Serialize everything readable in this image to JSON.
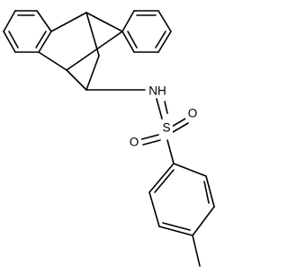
{
  "structure": {
    "atom_labels": {
      "nh": "NH",
      "s": "S",
      "o_top": "O",
      "o_left": "O"
    }
  }
}
